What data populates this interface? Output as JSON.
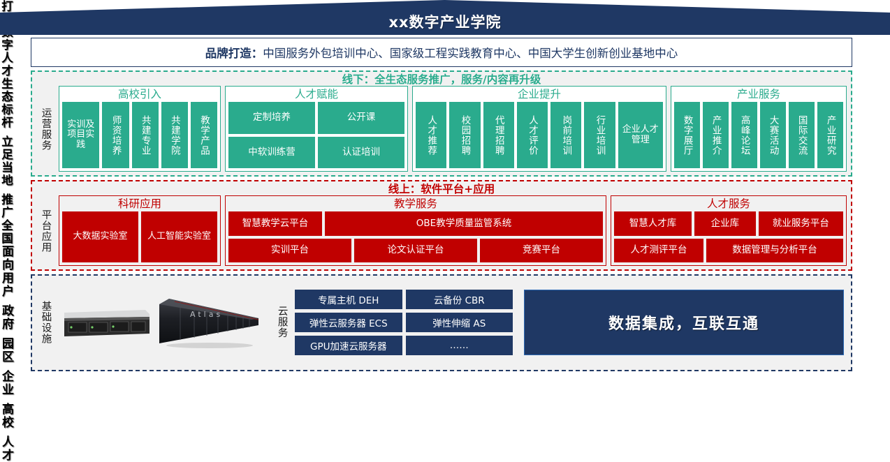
{
  "header": {
    "title": "xx数字产业学院",
    "bg": "#1f3864"
  },
  "rail_left": {
    "lines": [
      "打造数字人才生态标杆",
      "立足当地",
      "推广全国"
    ]
  },
  "rail_right": {
    "lines": [
      "面向用户",
      "政府",
      "园区",
      "企业",
      "高校",
      "人才"
    ]
  },
  "brand": {
    "label": "品牌打造：",
    "text": "中国服务外包培训中心、国家级工程实践教育中心、中国大学生创新创业基地中心"
  },
  "operations": {
    "heading": "线下：全生态服务推广，服务/内容再升级",
    "side_label": "运营服务",
    "accent": "#2aab8d",
    "groups": [
      {
        "title": "高校引入",
        "layout": "vertical",
        "tiles": [
          "实训及项目实践",
          "师资培养",
          "共建专业",
          "共建学院",
          "教学产品"
        ]
      },
      {
        "title": "人才赋能",
        "layout": "grid2",
        "tiles": [
          "定制培养",
          "公开课",
          "中软训练营",
          "认证培训"
        ]
      },
      {
        "title": "企业提升",
        "layout": "vertical",
        "tiles": [
          "人才推荐",
          "校园招聘",
          "代理招聘",
          "人才评价",
          "岗前培训",
          "行业培训",
          "企业人才管理"
        ]
      },
      {
        "title": "产业服务",
        "layout": "vertical",
        "tiles": [
          "数字展厅",
          "产业推介",
          "高峰论坛",
          "大赛活动",
          "国际交流",
          "产业研究"
        ]
      }
    ]
  },
  "platform": {
    "heading": "线上：软件平台+应用",
    "side_label": "平台应用",
    "accent": "#c00000",
    "groups": [
      {
        "title": "科研应用",
        "rows": [
          [
            "大数据实验室",
            "人工智能实验室"
          ]
        ],
        "single_row": true
      },
      {
        "title": "教学服务",
        "rows": [
          [
            "智慧教学云平台",
            "OBE教学质量监管系统"
          ],
          [
            "实训平台",
            "论文认证平台",
            "竞赛平台"
          ]
        ]
      },
      {
        "title": "人才服务",
        "rows": [
          [
            "智慧人才库",
            "企业库",
            "就业服务平台"
          ],
          [
            "人才测评平台",
            "数据管理与分析平台"
          ]
        ]
      }
    ]
  },
  "infrastructure": {
    "side_label": "基础设施",
    "cloud_label": "云服务",
    "hardware": [
      "rack-server-image",
      "atlas-server-image"
    ],
    "cloud_services": [
      "专属主机 DEH",
      "云备份 CBR",
      "弹性云服务器 ECS",
      "弹性伸缩 AS",
      "GPU加速云服务器",
      "……"
    ],
    "integration": "数据集成，互联互通"
  }
}
